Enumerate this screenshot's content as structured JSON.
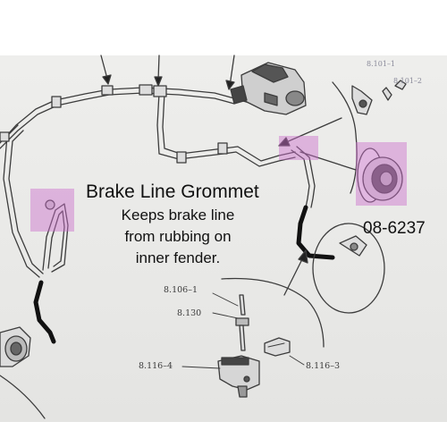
{
  "callout": {
    "title": "Brake Line Grommet",
    "description_lines": [
      "Keeps brake line",
      "from rubbing on",
      "inner fender."
    ],
    "part_number": "08-6237"
  },
  "reference_labels": {
    "r1": "8.106–1",
    "r2": "8.130",
    "r3": "8.116–4",
    "r4": "8.116–3",
    "r5": "8.101–1",
    "r6": "8.101–2"
  },
  "colors": {
    "highlight": "#cd6ecd",
    "line_art": "#333333",
    "paper": "#ebebe9"
  }
}
